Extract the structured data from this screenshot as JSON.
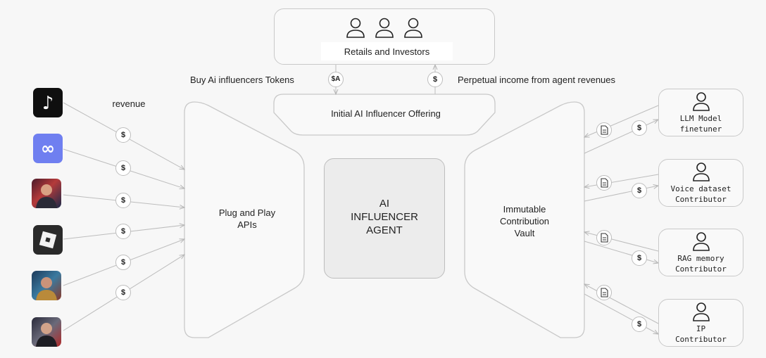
{
  "top": {
    "title": "Retails and Investors",
    "ico_label": "Initial AI Influencer Offering",
    "buy_label": "Buy Ai influencers Tokens",
    "income_label": "Perpetual income from agent revenues",
    "token_symbol": "$A",
    "coin_symbol": "$"
  },
  "left": {
    "revenue_label": "revenue",
    "apps": [
      {
        "icon": "tiktok-icon"
      },
      {
        "icon": "infinity-icon"
      },
      {
        "icon": "influencer-avatar-1"
      },
      {
        "icon": "roblox-icon"
      },
      {
        "icon": "influencer-avatar-2"
      },
      {
        "icon": "influencer-avatar-3"
      }
    ],
    "coin_symbol": "$"
  },
  "center": {
    "plug_label_1": "Plug and Play",
    "plug_label_2": "APIs",
    "agent_label_1": "AI",
    "agent_label_2": "INFLUENCER",
    "agent_label_3": "AGENT",
    "vault_label_1": "Immutable",
    "vault_label_2": "Contribution",
    "vault_label_3": "Vault"
  },
  "right": {
    "contributors": [
      {
        "line1": "LLM Model",
        "line2": "finetuner"
      },
      {
        "line1": "Voice dataset",
        "line2": "Contributor"
      },
      {
        "line1": "RAG memory",
        "line2": "Contributor"
      },
      {
        "line1": "IP",
        "line2": "Contributor"
      }
    ],
    "coin_symbol": "$"
  },
  "colors": {
    "tiktok_bg": "#0f0f0f",
    "infinity_bg": "#6f7ff0",
    "roblox_bg": "#2a2a2a",
    "agent_fill": "#ececec",
    "line": "#bdbdbd"
  }
}
